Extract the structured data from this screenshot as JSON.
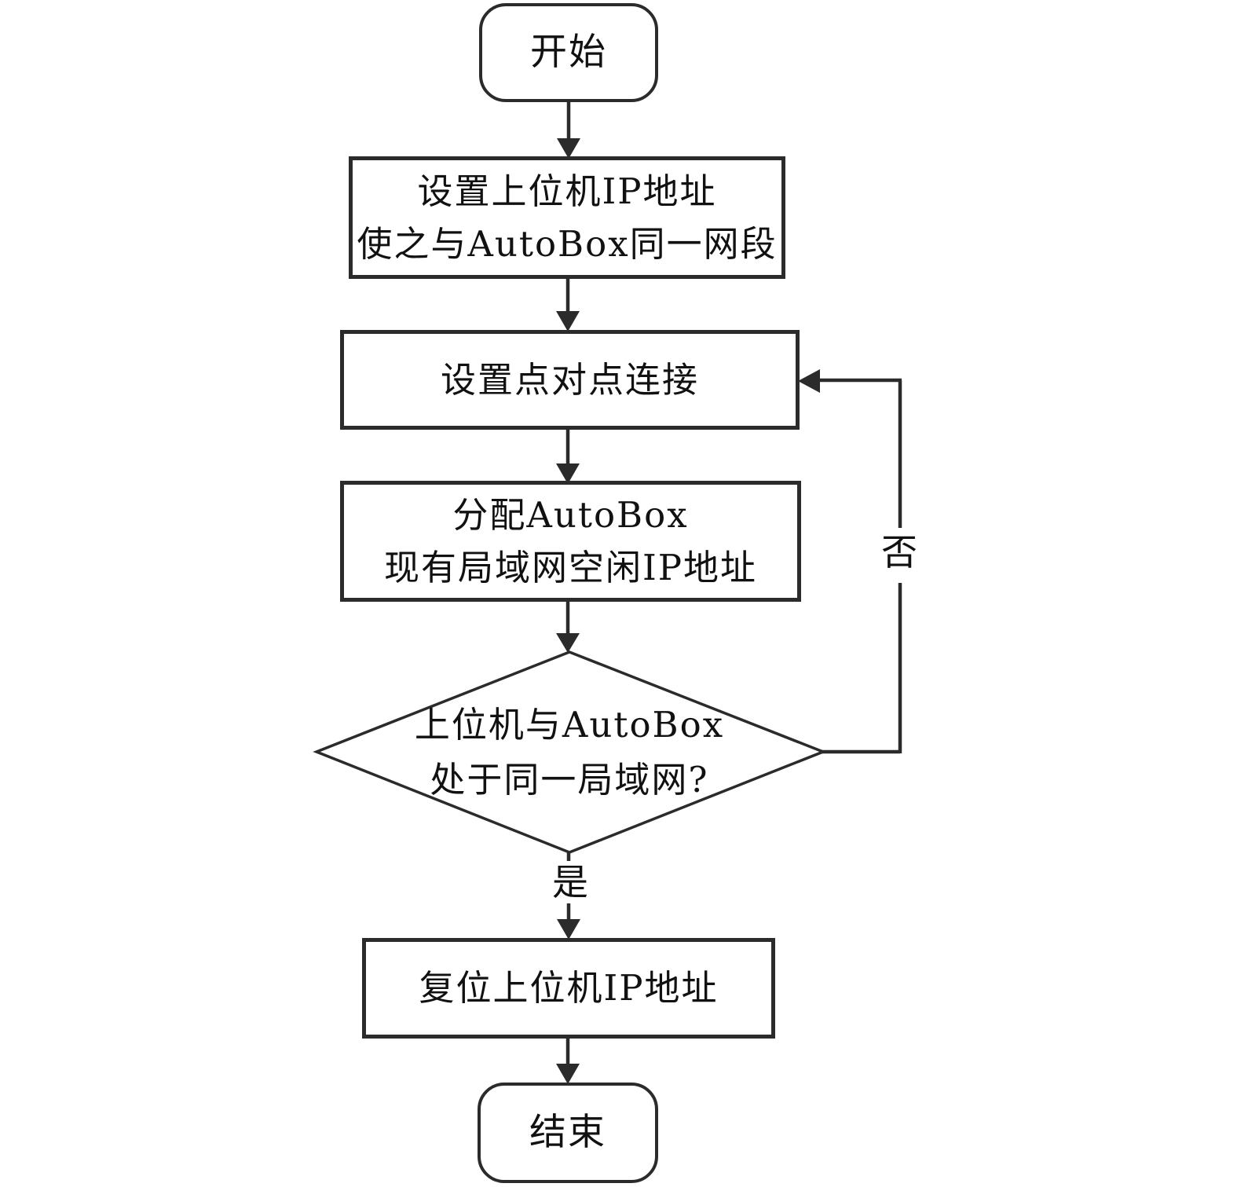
{
  "flowchart": {
    "nodes": {
      "start": {
        "label": "开始"
      },
      "set_host_ip": {
        "line1": "设置上位机IP地址",
        "line2": "使之与AutoBox同一网段"
      },
      "p2p_connection": {
        "label": "设置点对点连接"
      },
      "assign_free_ip": {
        "line1": "分配AutoBox",
        "line2": "现有局域网空闲IP地址"
      },
      "same_lan_decision": {
        "line1": "上位机与AutoBox",
        "line2": "处于同一局域网?"
      },
      "reset_host_ip": {
        "label": "复位上位机IP地址"
      },
      "end": {
        "label": "结束"
      }
    },
    "edge_labels": {
      "yes": "是",
      "no": "否"
    },
    "colors": {
      "line": "#2b2b2b",
      "text": "#111111",
      "background": "#ffffff"
    }
  }
}
